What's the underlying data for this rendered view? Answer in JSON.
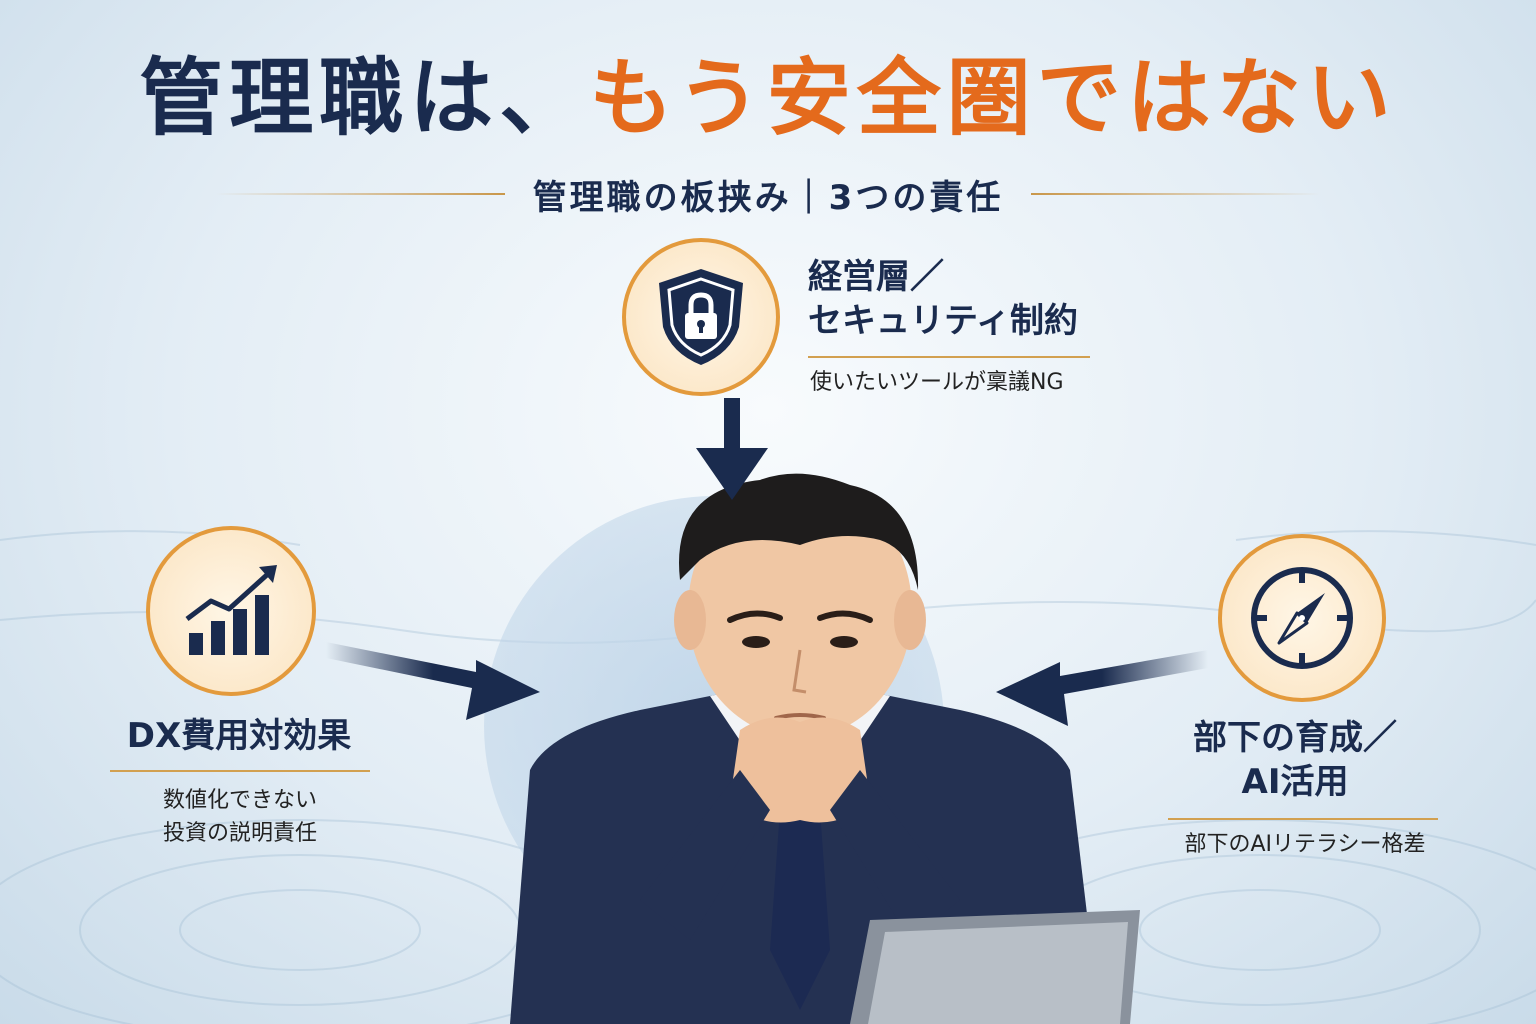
{
  "title": {
    "part1": "管理職は、",
    "part2": "もう安全圏",
    "part3": "ではない"
  },
  "subtitle": "管理職の板挟み｜3つの責任",
  "colors": {
    "navy": "#1a2b4e",
    "orange": "#e46a1c",
    "gold": "#d2a050"
  },
  "top": {
    "icon": "shield-lock-icon",
    "heading_line1": "経営層／",
    "heading_line2": "セキュリティ制約",
    "note": "使いたいツールが稟議NG"
  },
  "left": {
    "icon": "growth-chart-icon",
    "heading": "DX費用対効果",
    "note_line1": "数値化できない",
    "note_line2": "投資の説明責任"
  },
  "right": {
    "icon": "compass-icon",
    "heading_line1": "部下の育成／",
    "heading_line2": "AI活用",
    "note": "部下のAIリテラシー格差"
  }
}
